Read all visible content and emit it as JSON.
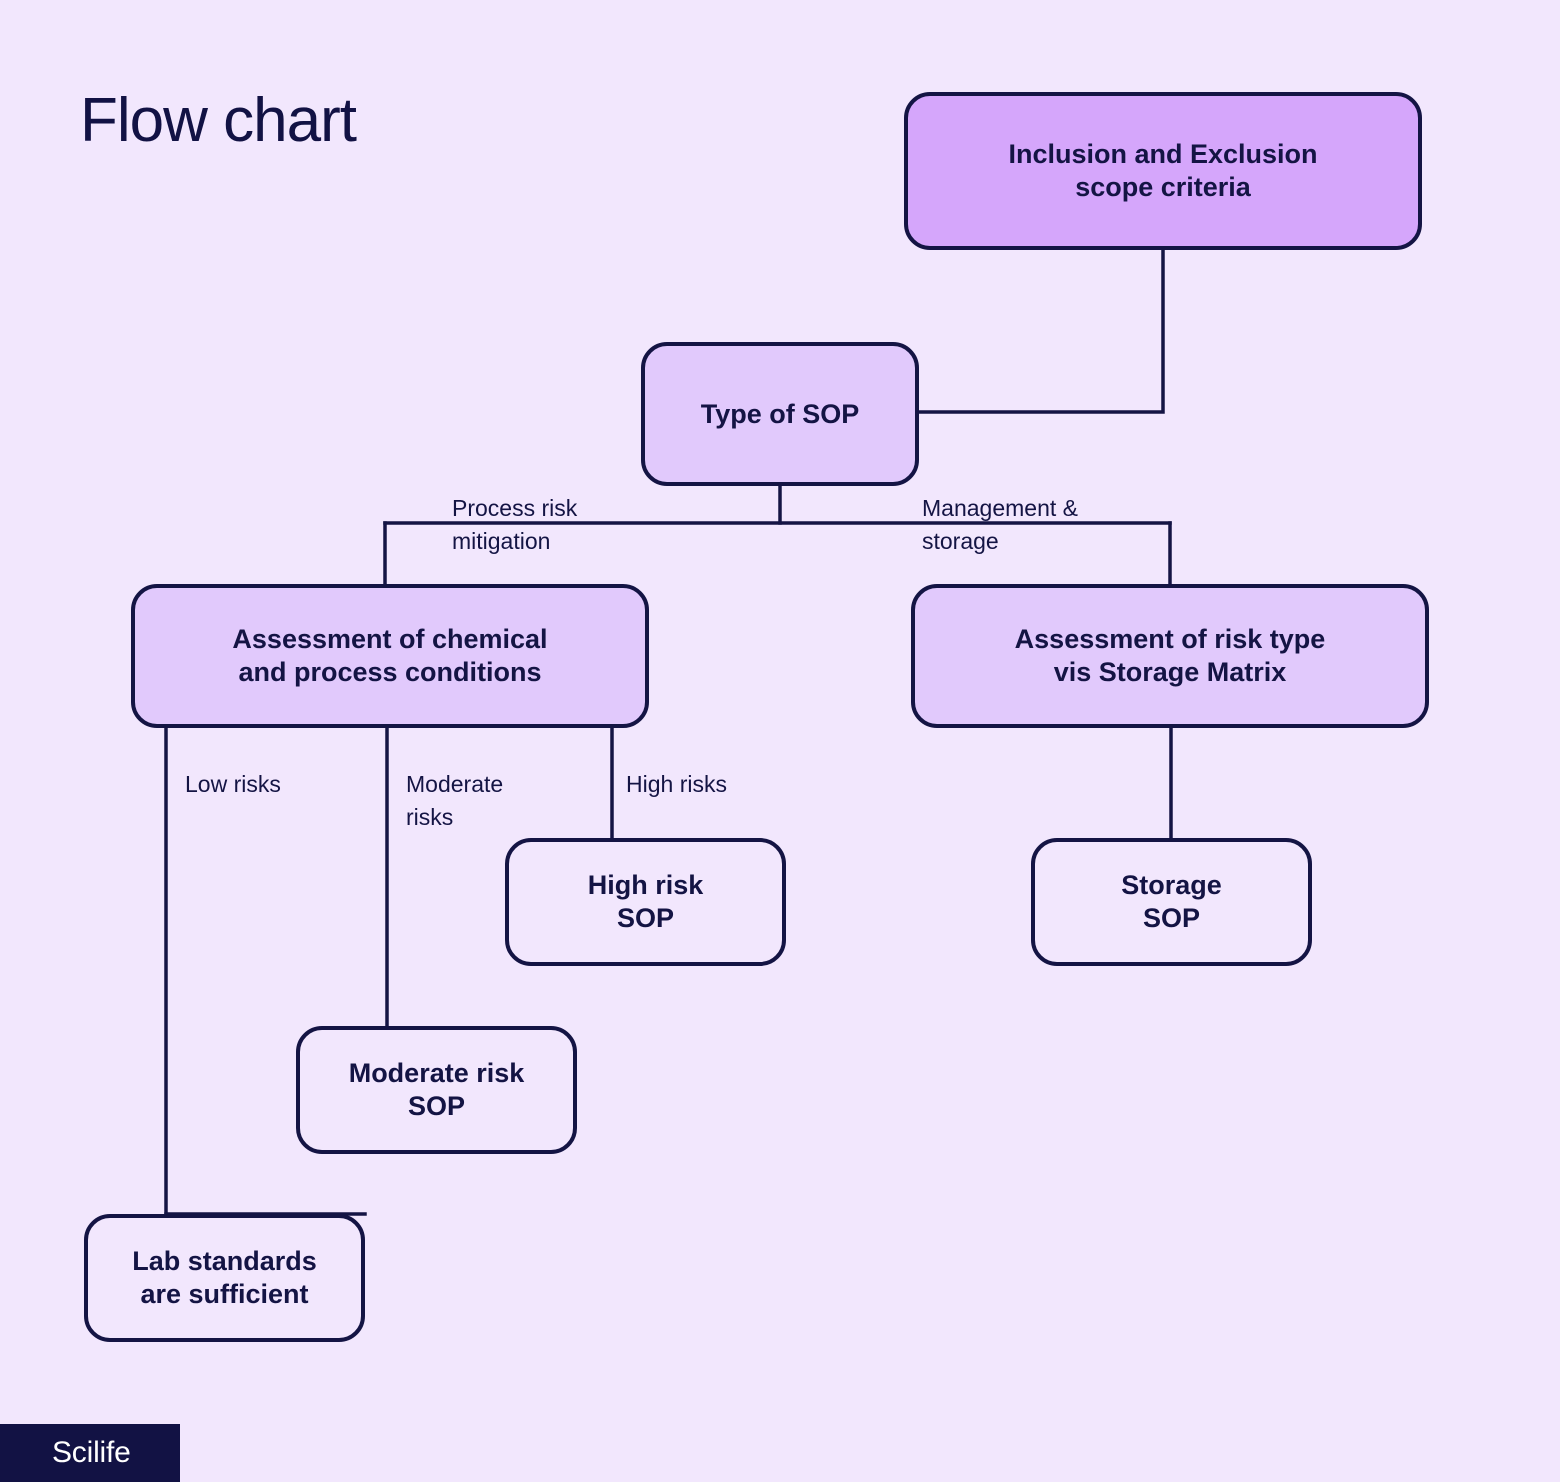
{
  "meta": {
    "title": "Flow chart",
    "background_color": "#f2e7fd",
    "ink_color": "#141444",
    "fill_strong": "#d5a6fb",
    "fill_soft": "#e1c9fc"
  },
  "chart_data": {
    "type": "diagram",
    "title": "Flow chart",
    "nodes": [
      {
        "id": "inclusion",
        "label": "Inclusion and Exclusion\nscope criteria",
        "style": "filled-strong"
      },
      {
        "id": "type_of_sop",
        "label": "Type of SOP",
        "style": "filled-soft"
      },
      {
        "id": "assess_chem",
        "label": "Assessment of chemical\nand process conditions",
        "style": "filled-soft"
      },
      {
        "id": "assess_risk",
        "label": "Assessment of risk type\nvis Storage Matrix",
        "style": "filled-soft"
      },
      {
        "id": "high_risk_sop",
        "label": "High risk\nSOP",
        "style": "outline"
      },
      {
        "id": "storage_sop",
        "label": "Storage\nSOP",
        "style": "outline"
      },
      {
        "id": "moderate_risk_sop",
        "label": "Moderate risk\nSOP",
        "style": "outline"
      },
      {
        "id": "lab_standards",
        "label": "Lab standards\nare sufficient",
        "style": "outline"
      }
    ],
    "edges": [
      {
        "from": "inclusion",
        "to": "type_of_sop",
        "label": ""
      },
      {
        "from": "type_of_sop",
        "to": "assess_chem",
        "label": "Process risk mitigation"
      },
      {
        "from": "type_of_sop",
        "to": "assess_risk",
        "label": "Management & storage"
      },
      {
        "from": "assess_chem",
        "to": "lab_standards",
        "label": "Low risks"
      },
      {
        "from": "assess_chem",
        "to": "moderate_risk_sop",
        "label": "Moderate risks"
      },
      {
        "from": "assess_chem",
        "to": "high_risk_sop",
        "label": "High risks"
      },
      {
        "from": "assess_risk",
        "to": "storage_sop",
        "label": ""
      }
    ]
  },
  "nodes": {
    "inclusion": "Inclusion and Exclusion\nscope criteria",
    "type_of_sop": "Type of SOP",
    "assess_chem": "Assessment of chemical\nand process conditions",
    "assess_risk": "Assessment of risk type\nvis Storage Matrix",
    "high_risk_sop": "High risk\nSOP",
    "storage_sop": "Storage\nSOP",
    "moderate_risk_sop": "Moderate risk\nSOP",
    "lab_standards": "Lab standards\nare sufficient"
  },
  "edge_labels": {
    "process_risk": "Process risk\nmitigation",
    "management_storage": "Management &\nstorage",
    "low_risks": "Low risks",
    "moderate_risks": "Moderate\nrisks",
    "high_risks": "High risks"
  },
  "logo": {
    "text": "Scilife"
  }
}
